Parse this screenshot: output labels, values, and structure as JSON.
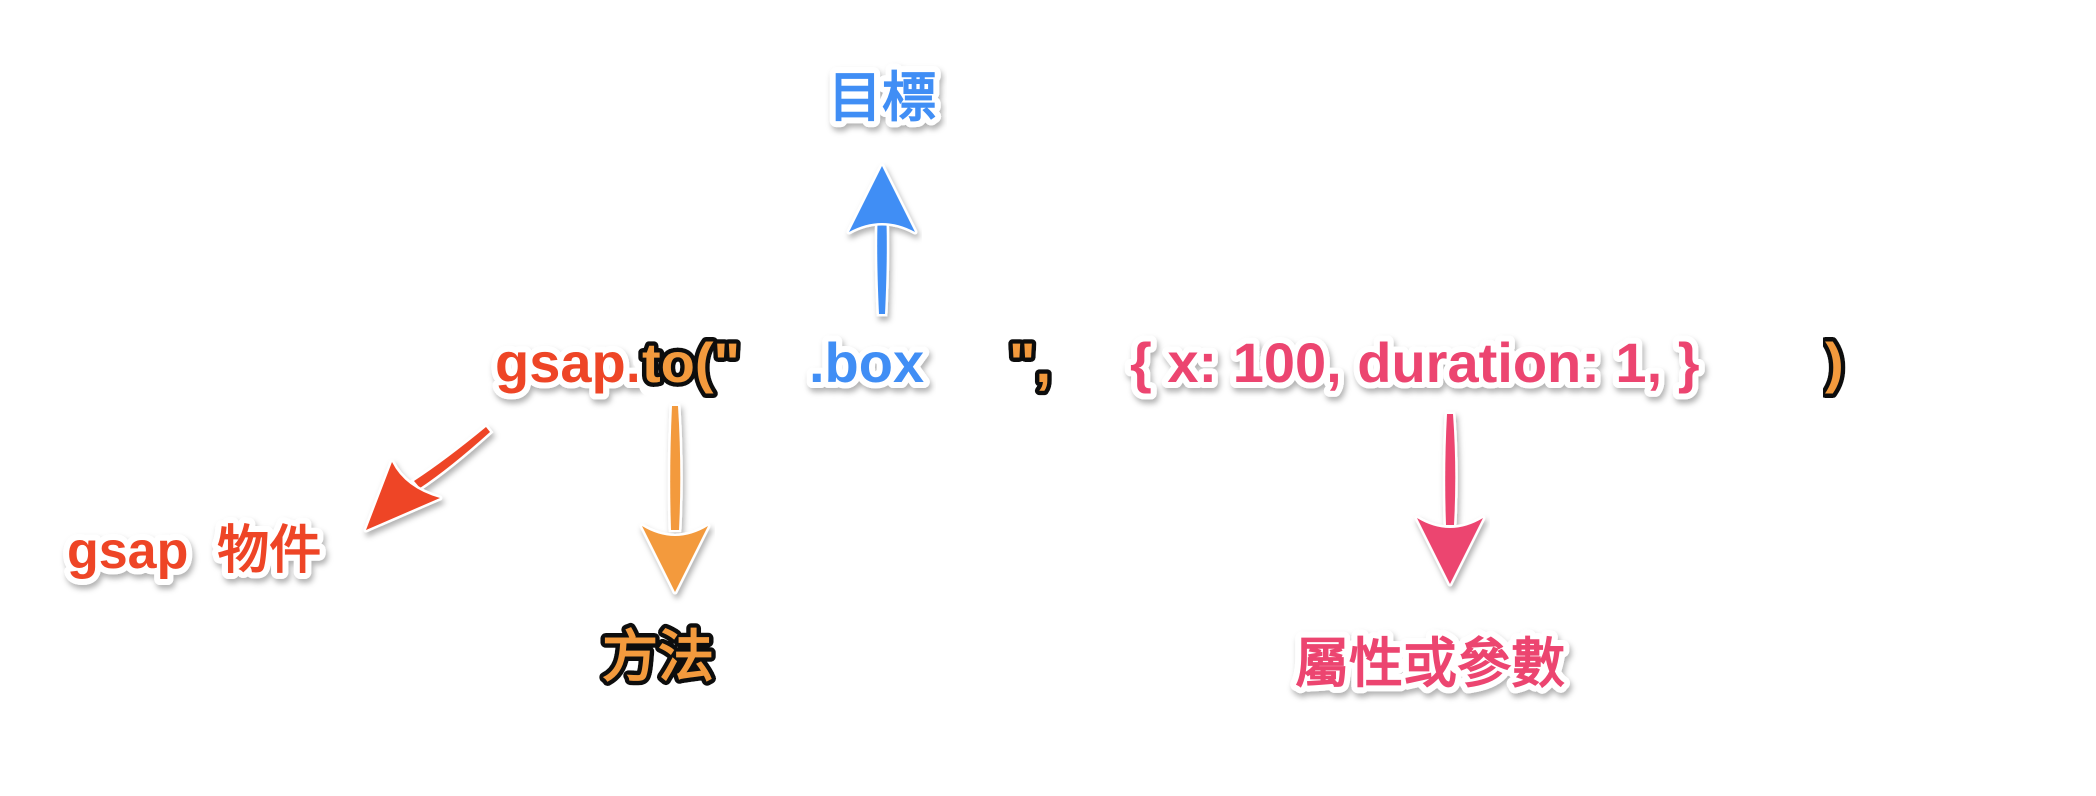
{
  "colors": {
    "gsap": "#ee4526",
    "method": "#f39a3c",
    "target": "#3f8ef5",
    "props": "#ec4470"
  },
  "code": {
    "gsap": "gsap.",
    "method": "to(\"",
    "target": ".box",
    "quote_comma": "\",",
    "props": "{ x: 100, duration: 1, }",
    "close_paren": ")"
  },
  "labels": {
    "target": "目標",
    "gsap": "gsap  物件",
    "method": "方法",
    "props": "屬性或參數"
  }
}
